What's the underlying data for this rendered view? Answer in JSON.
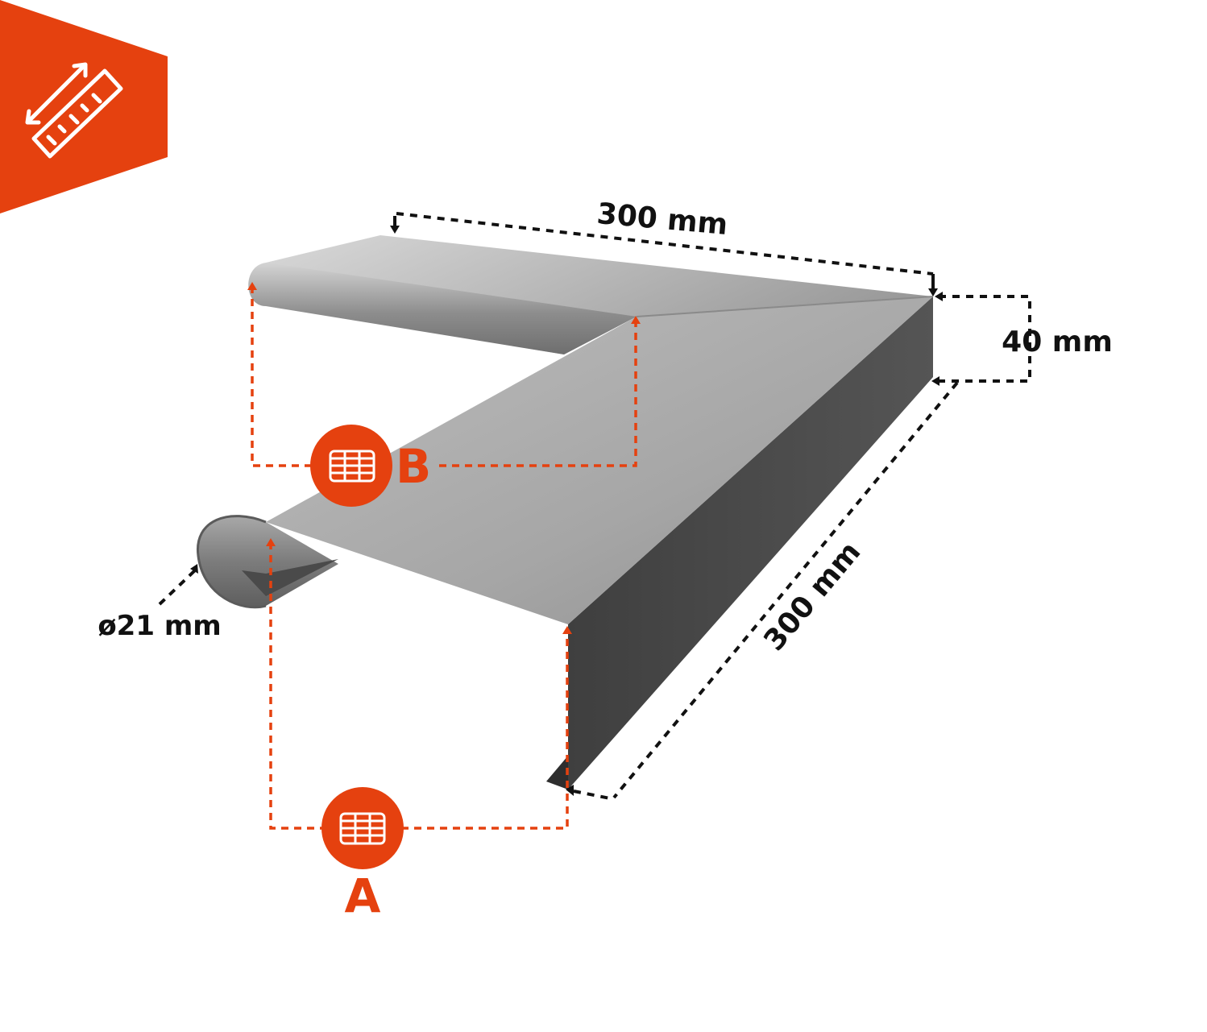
{
  "colors": {
    "accent": "#E5410F",
    "metal_light": "#C8C8C8",
    "metal_dark": "#4A4A4A",
    "dimension_line": "#111111"
  },
  "badge": {
    "icon": "ruler-icon"
  },
  "dimensions": {
    "top_length": "300 mm",
    "height": "40 mm",
    "side_length": "300 mm",
    "roll_diameter": "ø21 mm"
  },
  "markers": {
    "a": {
      "letter": "A",
      "icon": "grid-icon"
    },
    "b": {
      "letter": "B",
      "icon": "grid-icon"
    }
  }
}
